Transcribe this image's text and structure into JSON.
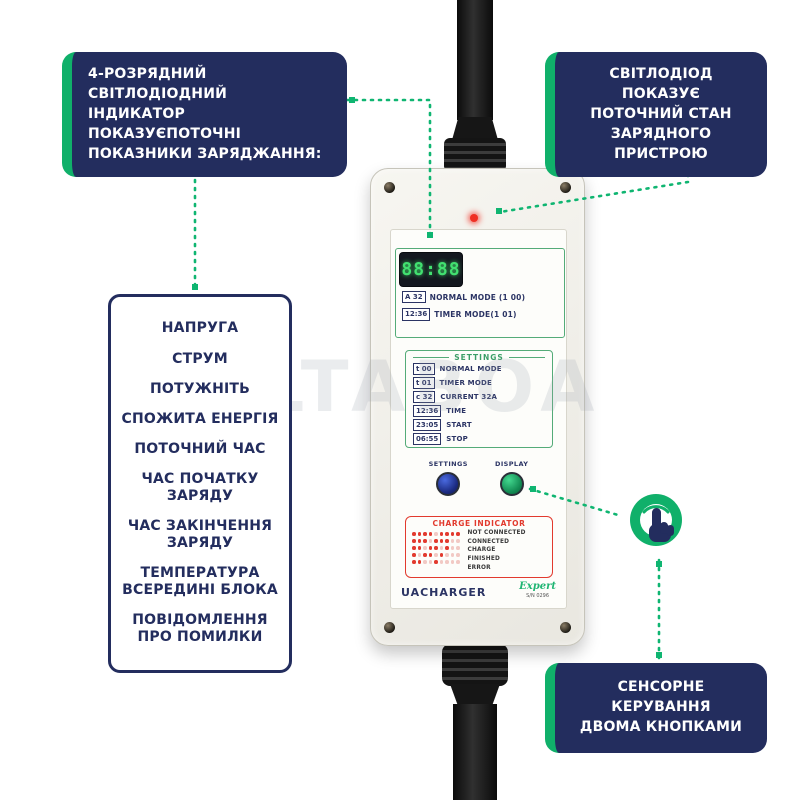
{
  "colors": {
    "navy": "#232d5e",
    "green": "#10b06a",
    "red": "#e23a2e"
  },
  "callouts": {
    "top_left": {
      "lines": [
        "4-РОЗРЯДНИЙ СВІТЛОДІОДНИЙ",
        "ІНДИКАТОР ПОКАЗУЄПОТОЧНІ",
        "ПОКАЗНИКИ ЗАРЯДЖАННЯ:"
      ]
    },
    "top_right": {
      "lines": [
        "СВІТЛОДІОД ПОКАЗУЄ",
        "ПОТОЧНИЙ СТАН",
        "ЗАРЯДНОГО ПРИСТРОЮ"
      ]
    },
    "bottom_right": {
      "lines": [
        "СЕНСОРНЕ КЕРУВАННЯ",
        "ДВОМА КНОПКАМИ"
      ]
    }
  },
  "feature_list": [
    "НАПРУГА",
    "СТРУМ",
    "ПОТУЖНІТЬ",
    "СПОЖИТА ЕНЕРГІЯ",
    "ПОТОЧНИЙ ЧАС",
    "ЧАС ПОЧАТКУ ЗАРЯДУ",
    "ЧАС ЗАКІНЧЕННЯ ЗАРЯДУ",
    "ТЕМПЕРАТУРА ВСЕРЕДИНІ БЛОКА",
    "ПОВІДОМЛЕННЯ ПРО ПОМИЛКИ"
  ],
  "device": {
    "display_value": "88:88",
    "mode_rows": [
      {
        "value": "A 32",
        "label": "NORMAL MODE (1 00)"
      },
      {
        "value": "12:36",
        "label": "TIMER MODE(1 01)"
      }
    ],
    "settings_title": "SETTINGS",
    "settings_rows": [
      {
        "value": "t 00",
        "label": "NORMAL MODE"
      },
      {
        "value": "t 01",
        "label": "TIMER MODE"
      },
      {
        "value": "c 32",
        "label": "CURRENT 32A"
      },
      {
        "value": "12:36",
        "label": "TIME"
      },
      {
        "value": "23:05",
        "label": "START"
      },
      {
        "value": "06:55",
        "label": "STOP"
      }
    ],
    "buttons": [
      {
        "label": "SETTINGS"
      },
      {
        "label": "DISPLAY"
      }
    ],
    "charge_indicator_title": "CHARGE INDICATOR",
    "charge_states": [
      "NOT CONNECTED",
      "CONNECTED",
      "CHARGE",
      "FINISHED",
      "ERROR"
    ],
    "brand": "UACHARGER",
    "model": "Expert",
    "serial": "S/N 0296"
  },
  "watermark": "ALTABOA"
}
